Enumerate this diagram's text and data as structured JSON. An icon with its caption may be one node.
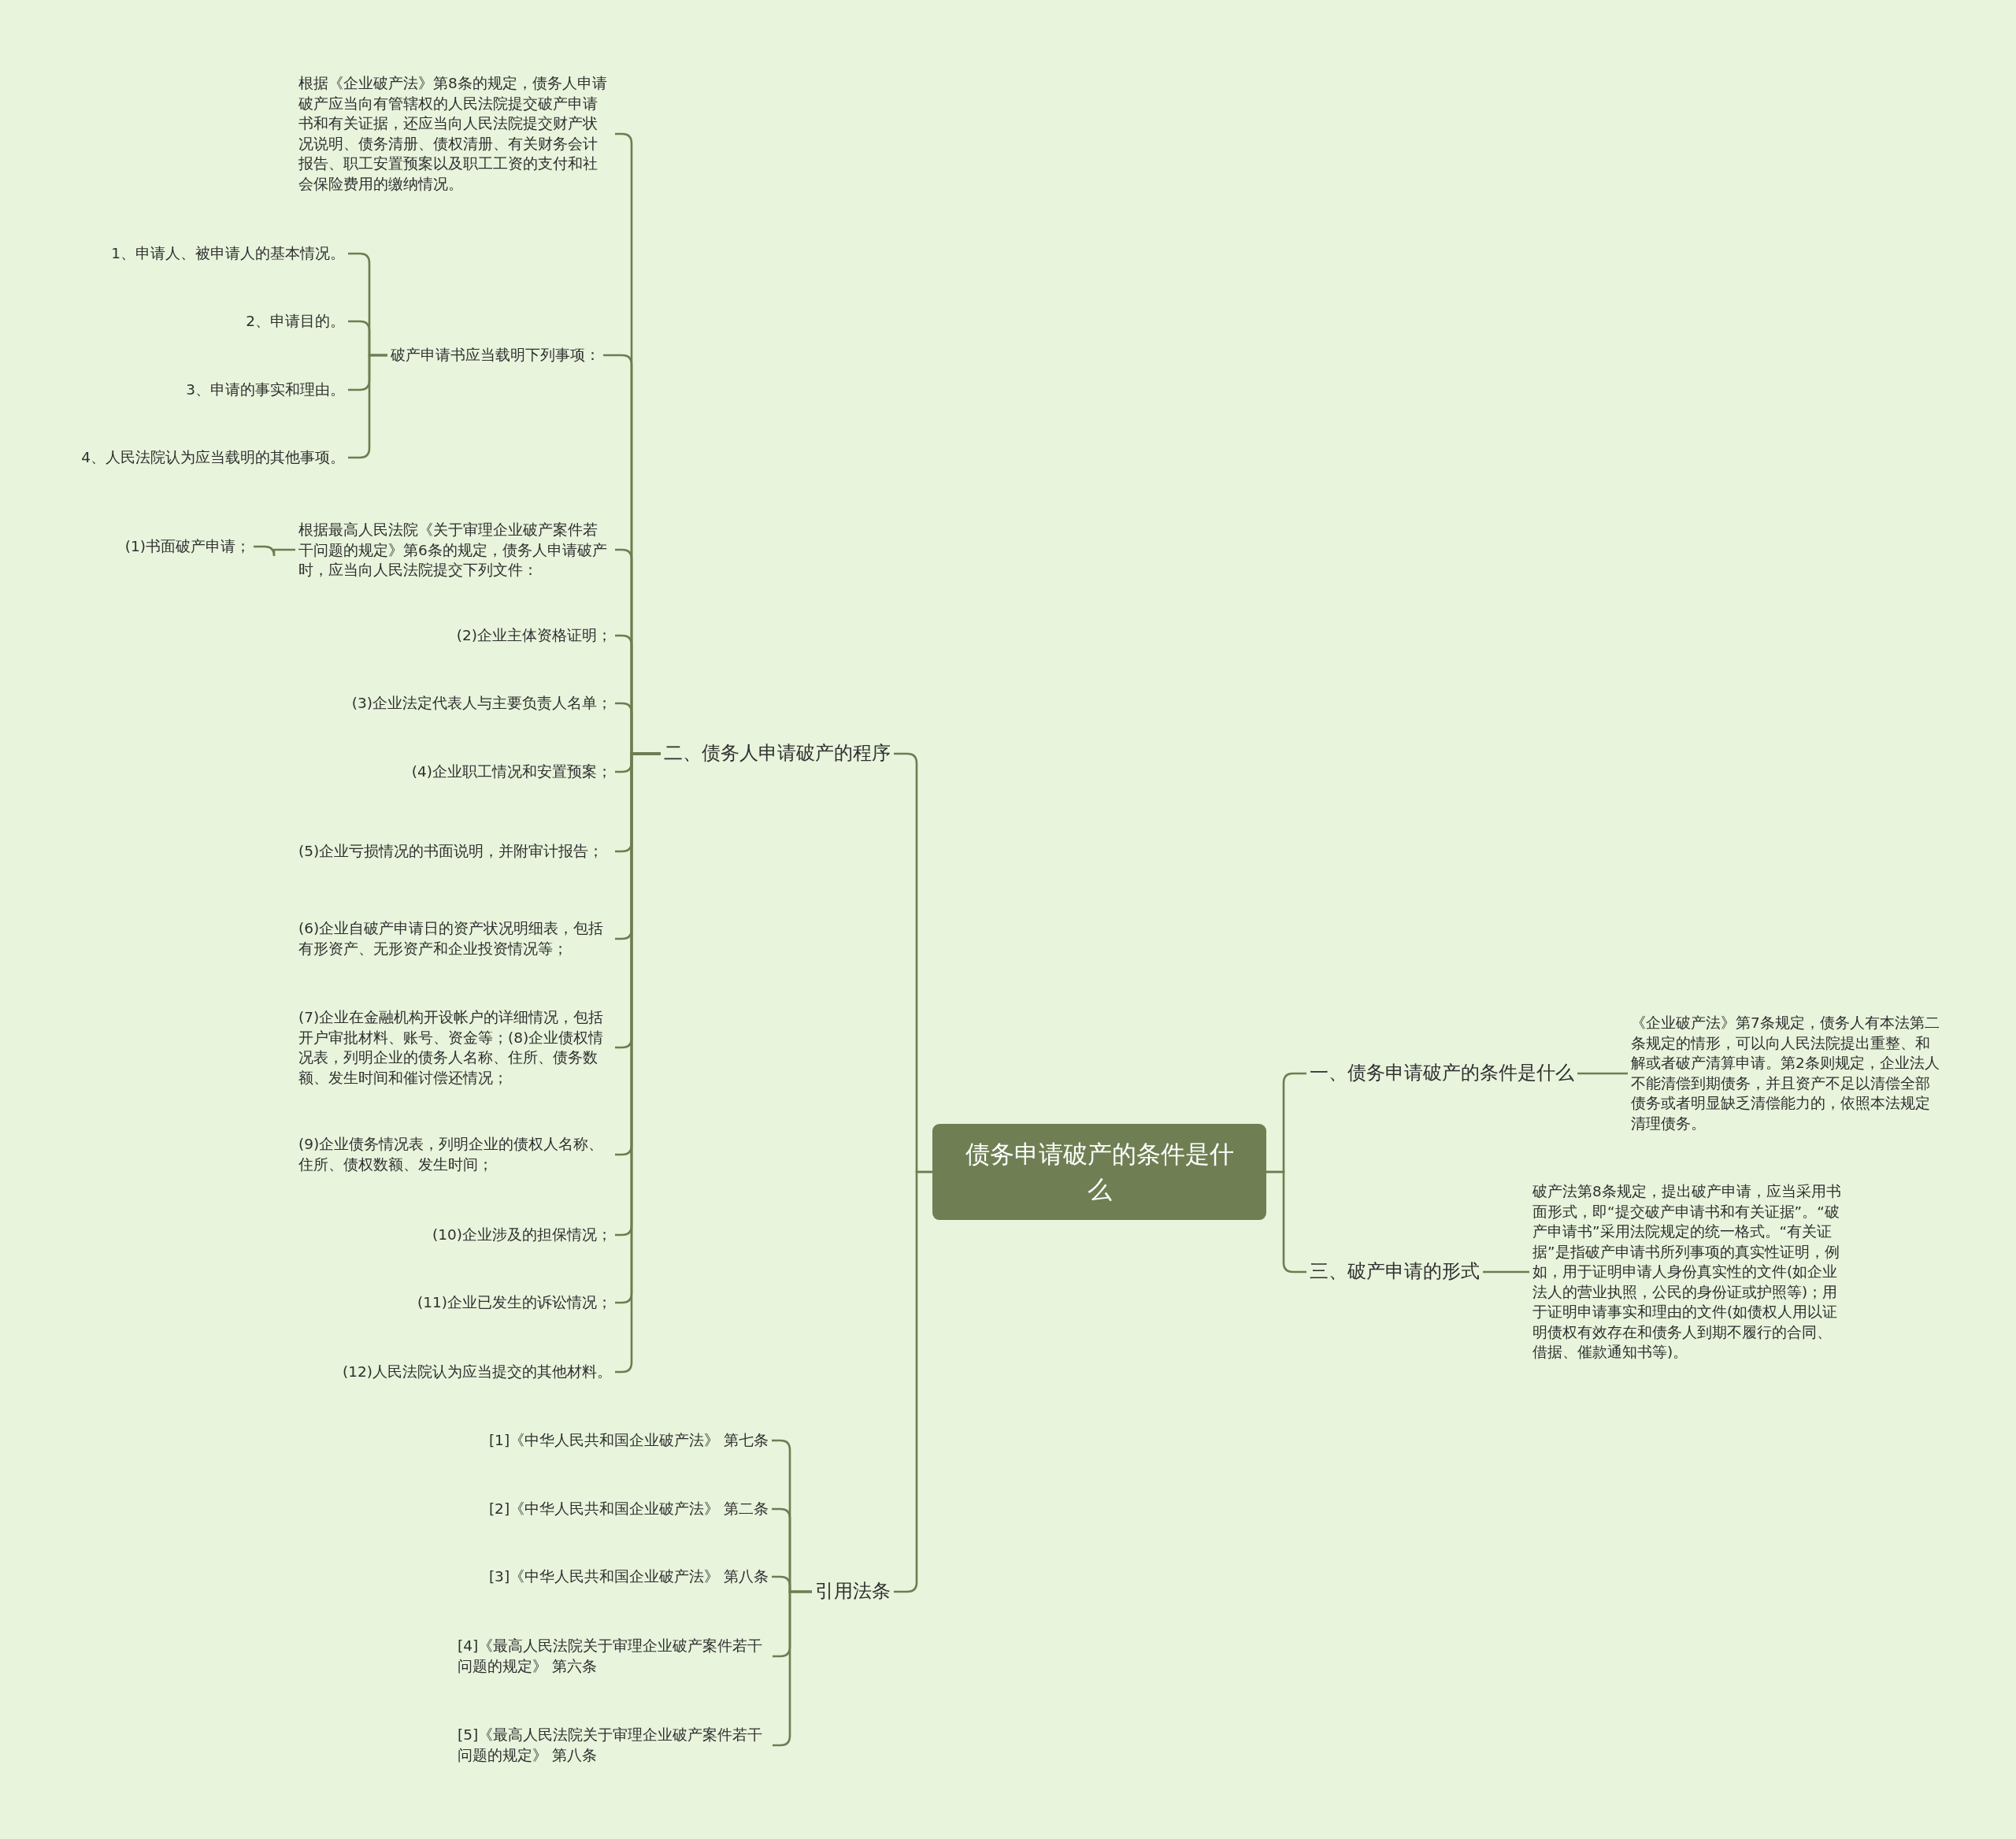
{
  "diagram": {
    "nodes": [
      {
        "text": [
          "债务申请破产的条件是什么"
        ]
      },
      {
        "text": [
          "二、债务人申请破产的程序"
        ]
      },
      {
        "text": [
          "一、债务申请破产的条件是什么"
        ]
      },
      {
        "text": [
          "三、破产申请的形式"
        ]
      },
      {
        "text": [
          "引用法条"
        ]
      },
      {
        "text": [
          "根据《企业破产法》第8条的规定，债务人申请破产应当向有管辖权的人民法院提交破产申请书和有关证据，还应当向人民法院提交财产状况说明、债务清册、债权清册、有关财务会计报告、职工安置预案以及职工工资的支付和社会保险费用的缴纳情况。"
        ]
      },
      {
        "text": [
          "破产申请书应当载明下列事项："
        ]
      },
      {
        "text": [
          "1、申请人、被申请人的基本情况。"
        ]
      },
      {
        "text": [
          "2、申请目的。"
        ]
      },
      {
        "text": [
          "3、申请的事实和理由。"
        ]
      },
      {
        "text": [
          "4、人民法院认为应当载明的其他事项。"
        ]
      },
      {
        "text": [
          "根据最高人民法院《关于审理企业破产案件若干问题的规定》第6条的规定，债务人申请破产时，应当向人民法院提交下列文件："
        ]
      },
      {
        "text": [
          "(1)书面破产申请；"
        ]
      },
      {
        "text": [
          "(2)企业主体资格证明；"
        ]
      },
      {
        "text": [
          "(3)企业法定代表人与主要负责人名单；"
        ]
      },
      {
        "text": [
          "(4)企业职工情况和安置预案；"
        ]
      },
      {
        "text": [
          "(5)企业亏损情况的书面说明，并附审计报告；"
        ]
      },
      {
        "text": [
          "(6)企业自破产申请日的资产状况明细表，包括有形资产、无形资产和企业投资情况等；"
        ]
      },
      {
        "text": [
          "(7)企业在金融机构开设帐户的详细情况，包括开户审批材料、账号、资金等；(8)企业债权情况表，列明企业的债务人名称、住所、债务数额、发生时间和催讨偿还情况；"
        ]
      },
      {
        "text": [
          "(9)企业债务情况表，列明企业的债权人名称、住所、债权数额、发生时间；"
        ]
      },
      {
        "text": [
          "(10)企业涉及的担保情况；"
        ]
      },
      {
        "text": [
          "(11)企业已发生的诉讼情况；"
        ]
      },
      {
        "text": [
          "(12)人民法院认为应当提交的其他材料。"
        ]
      },
      {
        "text": [
          "[1]《中华人民共和国企业破产法》 第七条"
        ]
      },
      {
        "text": [
          "[2]《中华人民共和国企业破产法》 第二条"
        ]
      },
      {
        "text": [
          "[3]《中华人民共和国企业破产法》 第八条"
        ]
      },
      {
        "text": [
          "[4]《最高人民法院关于审理企业破产案件若干问题的规定》 第六条"
        ]
      },
      {
        "text": [
          "[5]《最高人民法院关于审理企业破产案件若干问题的规定》 第八条"
        ]
      },
      {
        "text": [
          "《企业破产法》第7条规定，债务人有本法第二条规定的情形，可以向人民法院提出重整、和解或者破产清算申请。第2条则规定，企业法人不能清偿到期债务，并且资产不足以清偿全部债务或者明显缺乏清偿能力的，依照本法规定清理债务。"
        ]
      },
      {
        "text": [
          "破产法第8条规定，提出破产申请，应当采用书面形式，即“提交破产申请书和有关证据”。“破产申请书”采用法院规定的统一格式。“有关证据”是指破产申请书所列事项的真实性证明，例如，用于证明申请人身份真实性的文件(如企业法人的营业执照，公民的身份证或护照等)；用于证明申请事实和理由的文件(如债权人用以证明债权有效存在和债务人到期不履行的合同、借据、催款通知书等)。"
        ]
      }
    ],
    "edges": [
      {
        "from": 0,
        "to": 1,
        "arrow": "none"
      },
      {
        "from": 0,
        "to": 4,
        "arrow": "none"
      },
      {
        "from": 0,
        "to": 2,
        "arrow": "none"
      },
      {
        "from": 0,
        "to": 3,
        "arrow": "none"
      },
      {
        "from": 1,
        "to": 5,
        "arrow": "none"
      },
      {
        "from": 1,
        "to": 6,
        "arrow": "none"
      },
      {
        "from": 6,
        "to": 7,
        "arrow": "none"
      },
      {
        "from": 6,
        "to": 8,
        "arrow": "none"
      },
      {
        "from": 6,
        "to": 9,
        "arrow": "none"
      },
      {
        "from": 6,
        "to": 10,
        "arrow": "none"
      },
      {
        "from": 1,
        "to": 11,
        "arrow": "none"
      },
      {
        "from": 11,
        "to": 12,
        "arrow": "none"
      },
      {
        "from": 1,
        "to": 13,
        "arrow": "none"
      },
      {
        "from": 1,
        "to": 14,
        "arrow": "none"
      },
      {
        "from": 1,
        "to": 15,
        "arrow": "none"
      },
      {
        "from": 1,
        "to": 16,
        "arrow": "none"
      },
      {
        "from": 1,
        "to": 17,
        "arrow": "none"
      },
      {
        "from": 1,
        "to": 18,
        "arrow": "none"
      },
      {
        "from": 1,
        "to": 19,
        "arrow": "none"
      },
      {
        "from": 1,
        "to": 20,
        "arrow": "none"
      },
      {
        "from": 1,
        "to": 21,
        "arrow": "none"
      },
      {
        "from": 1,
        "to": 22,
        "arrow": "none"
      },
      {
        "from": 4,
        "to": 23,
        "arrow": "none"
      },
      {
        "from": 4,
        "to": 24,
        "arrow": "none"
      },
      {
        "from": 4,
        "to": 25,
        "arrow": "none"
      },
      {
        "from": 4,
        "to": 26,
        "arrow": "none"
      },
      {
        "from": 4,
        "to": 27,
        "arrow": "none"
      },
      {
        "from": 2,
        "to": 28,
        "arrow": "none"
      },
      {
        "from": 3,
        "to": 29,
        "arrow": "none"
      }
    ]
  }
}
